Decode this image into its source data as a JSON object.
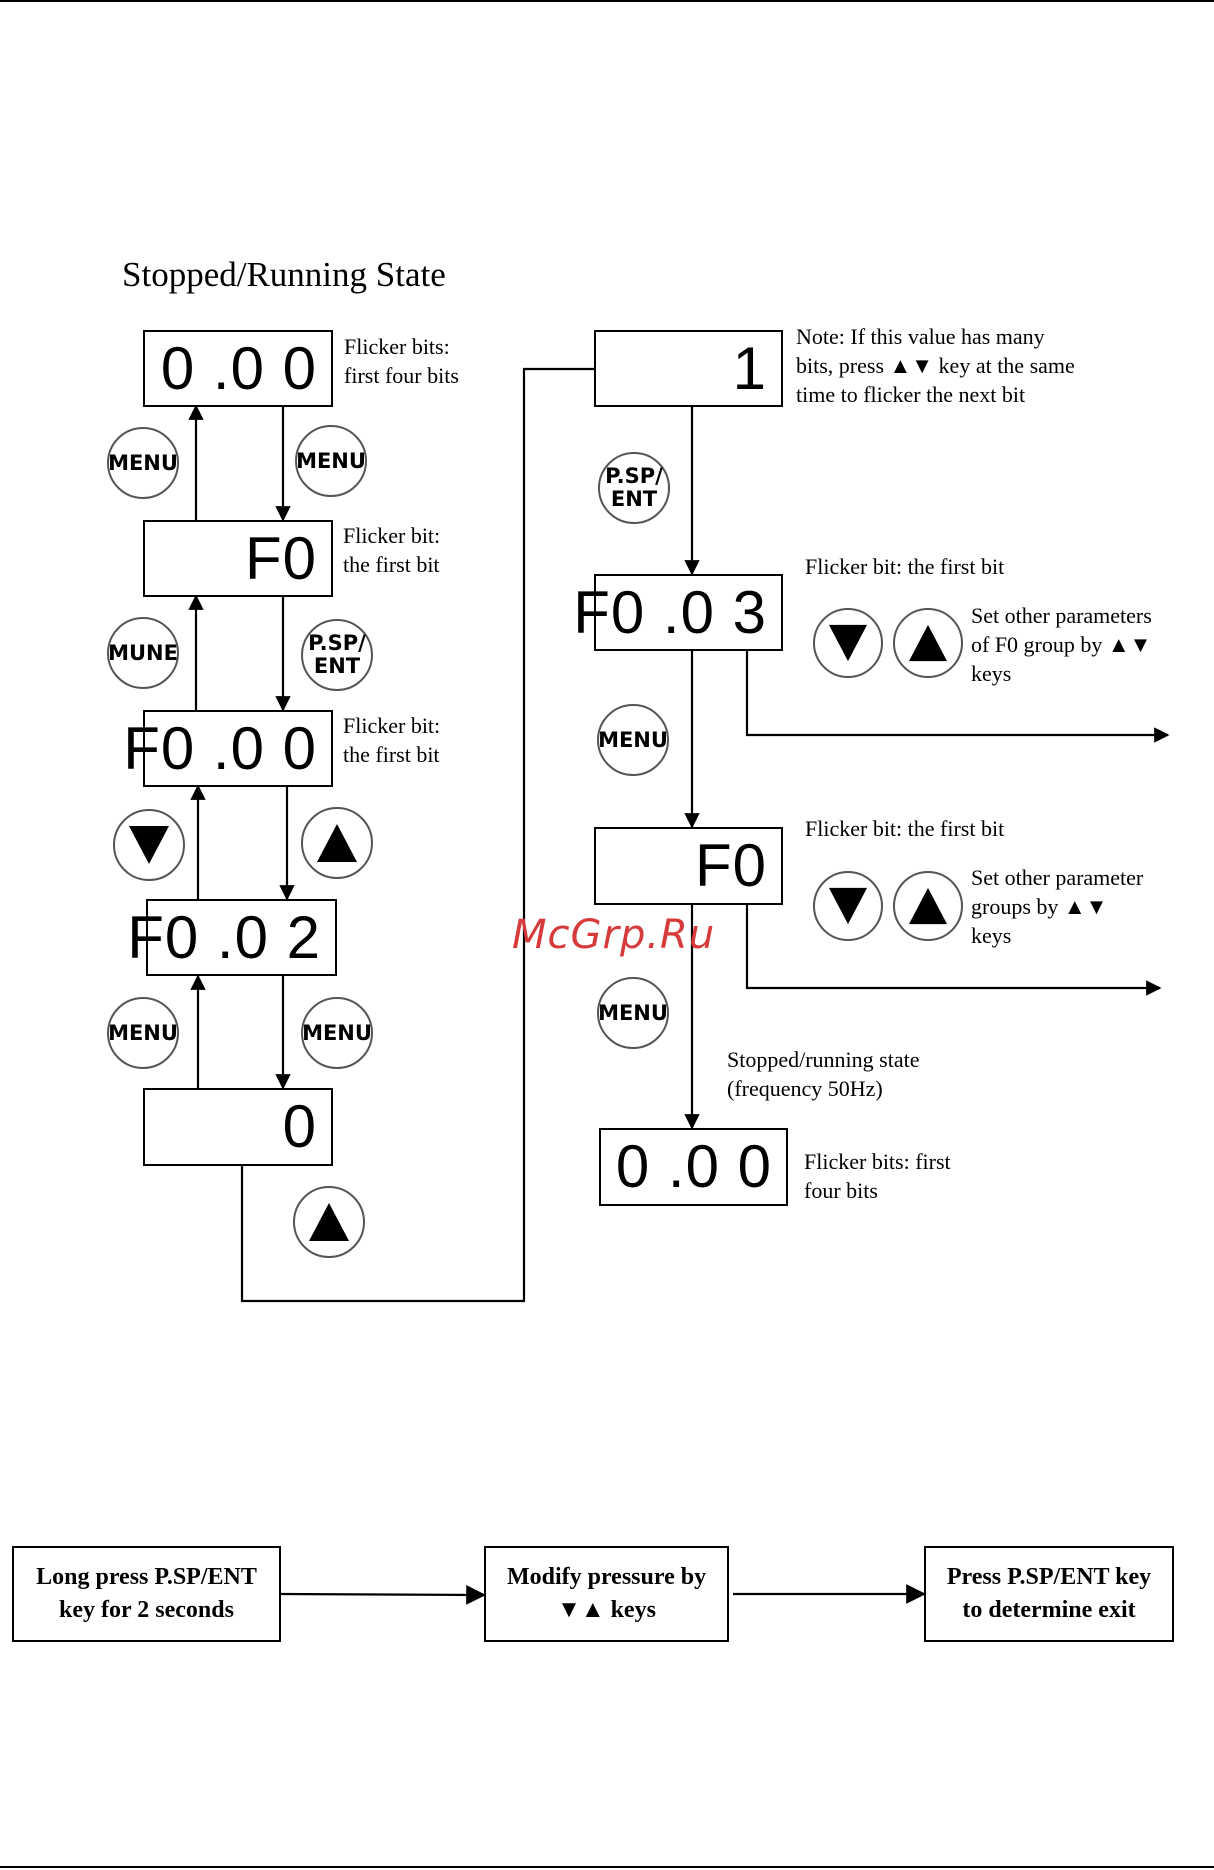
{
  "title": "Stopped/Running State",
  "watermark": "McGrp.Ru",
  "displays": {
    "d1": "0 .0 0",
    "d2": "F0",
    "d3": "F0 .0 0",
    "d4": "F0 .0 2",
    "d5": "0",
    "d6": "1",
    "d7": "F0 .0 3",
    "d8": "F0",
    "d9": "0 .0 0"
  },
  "buttons": {
    "menu": "MENU",
    "mune": "MUNE",
    "psp": "P.SP/",
    "ent": "ENT"
  },
  "notes": {
    "n1": [
      "Flicker bits:",
      "first four bits"
    ],
    "n2": [
      "Flicker bit:",
      "the first bit"
    ],
    "n3": [
      "Flicker bit:",
      "the first bit"
    ],
    "n4": [
      "Note: If this value has many",
      "bits, press ▲▼ key at the same",
      "time to flicker the next bit"
    ],
    "n5": [
      "Flicker bit: the first bit"
    ],
    "n6": [
      "Set other parameters",
      "of F0 group by ▲▼",
      "keys"
    ],
    "n7": [
      "Flicker bit: the first bit"
    ],
    "n8": [
      "Set other parameter",
      "groups by ▲▼",
      "keys"
    ],
    "n9": [
      "Stopped/running state",
      "(frequency 50Hz)"
    ],
    "n10": [
      "Flicker bits: first",
      "four bits"
    ]
  },
  "flow": {
    "step1": [
      "Long press P.SP/ENT",
      "key for 2 seconds"
    ],
    "step2": [
      "Modify pressure by",
      "▼▲ keys"
    ],
    "step3": [
      "Press P.SP/ENT key",
      "to determine exit"
    ]
  }
}
